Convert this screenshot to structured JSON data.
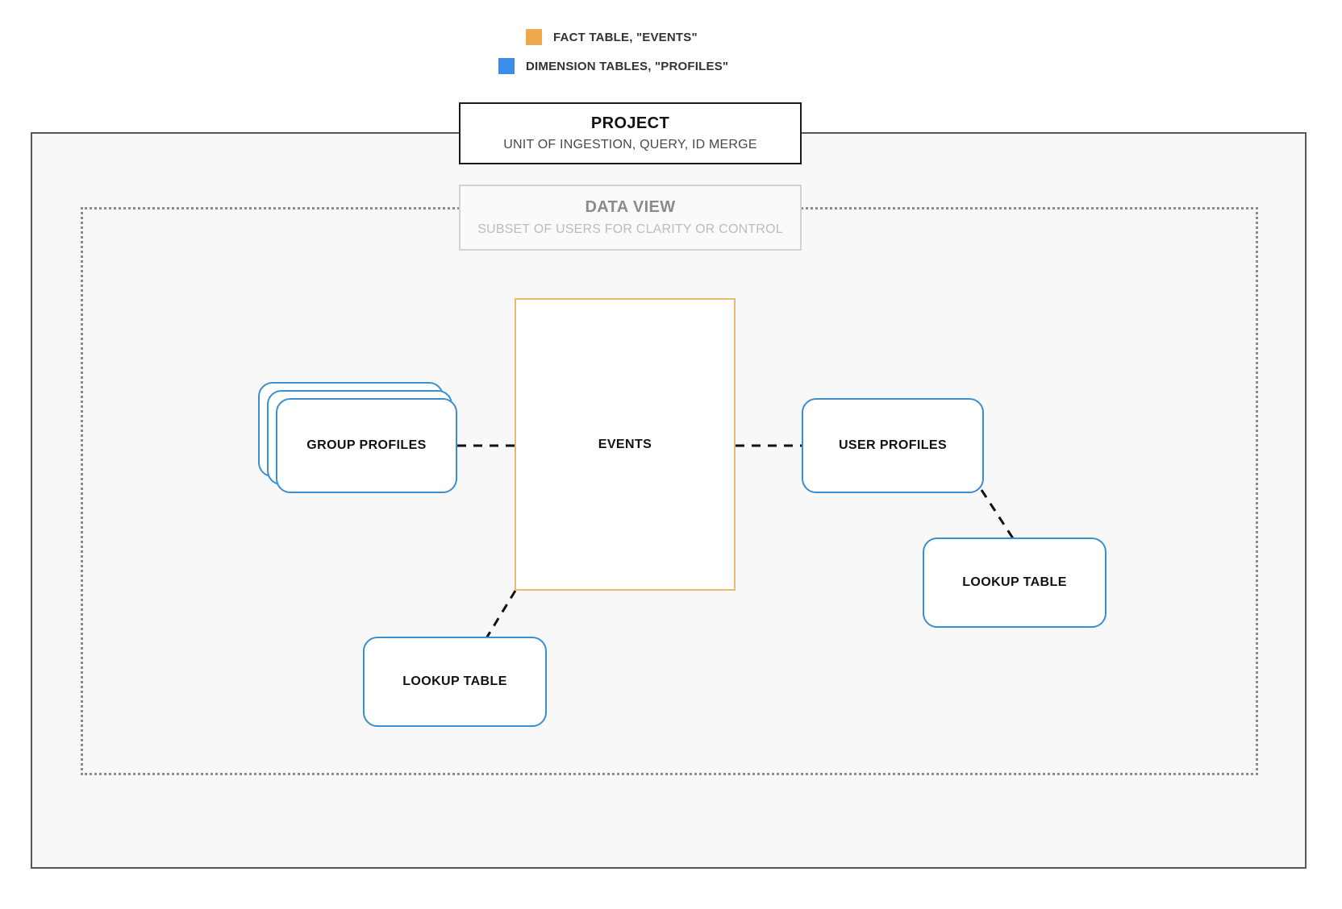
{
  "legend": {
    "items": [
      {
        "label": "FACT TABLE, \"EVENTS\"",
        "color": "#f0a84e",
        "swatch_name": "fact-table-swatch"
      },
      {
        "label": "DIMENSION TABLES, \"PROFILES\"",
        "color": "#3b8fe8",
        "swatch_name": "dimension-tables-swatch"
      }
    ]
  },
  "project": {
    "title": "PROJECT",
    "subtitle": "UNIT OF INGESTION, QUERY, ID MERGE"
  },
  "data_view": {
    "title": "DATA VIEW",
    "subtitle": "SUBSET OF USERS FOR CLARITY OR CONTROL"
  },
  "nodes": {
    "events": {
      "label": "EVENTS",
      "type": "fact",
      "border_color": "#e8b96f"
    },
    "group_profiles": {
      "label": "GROUP PROFILES",
      "type": "dimension",
      "border_color": "#3b8ed0",
      "stacked": true
    },
    "user_profiles": {
      "label": "USER PROFILES",
      "type": "dimension",
      "border_color": "#3b8ed0"
    },
    "lookup_left": {
      "label": "LOOKUP TABLE",
      "type": "dimension",
      "border_color": "#3b8ed0"
    },
    "lookup_right": {
      "label": "LOOKUP TABLE",
      "type": "dimension",
      "border_color": "#3b8ed0"
    }
  },
  "connectors": [
    {
      "name": "group-profiles-to-events",
      "style": "dashed",
      "color": "#111111"
    },
    {
      "name": "events-to-user-profiles",
      "style": "dashed",
      "color": "#111111"
    },
    {
      "name": "events-to-lookup-left",
      "style": "dashed",
      "color": "#111111"
    },
    {
      "name": "user-profiles-to-lookup-right",
      "style": "dashed",
      "color": "#111111"
    }
  ],
  "containers": {
    "project_border_color": "#58585a",
    "data_view_border_color": "#8c8c8c",
    "project_fill": "#f8f8f8"
  }
}
